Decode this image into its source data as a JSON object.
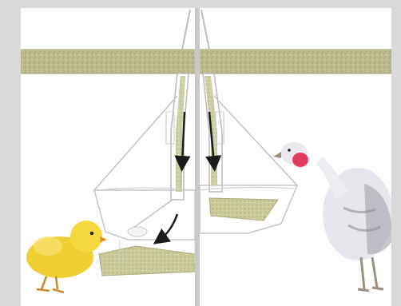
{
  "figure": {
    "panels": [
      {
        "id": "left",
        "animal": "chick",
        "feed_level": "low"
      },
      {
        "id": "right",
        "animal": "turkey",
        "feed_level": "high"
      }
    ],
    "colors": {
      "frame": "#d9d9d9",
      "background": "#ffffff",
      "divider": "#c8c8c8",
      "supply_tube": "#b7b78a",
      "feed": "#c9c99a",
      "outline": "#b9b9b9",
      "arrow": "#1a1a1a",
      "chick": "#f2d23a",
      "turkey_body": "#e9e9ee",
      "turkey_head": "#e23a58"
    },
    "icons": [
      "chick-illustration",
      "turkey-illustration",
      "feed-flow-arrow"
    ]
  }
}
